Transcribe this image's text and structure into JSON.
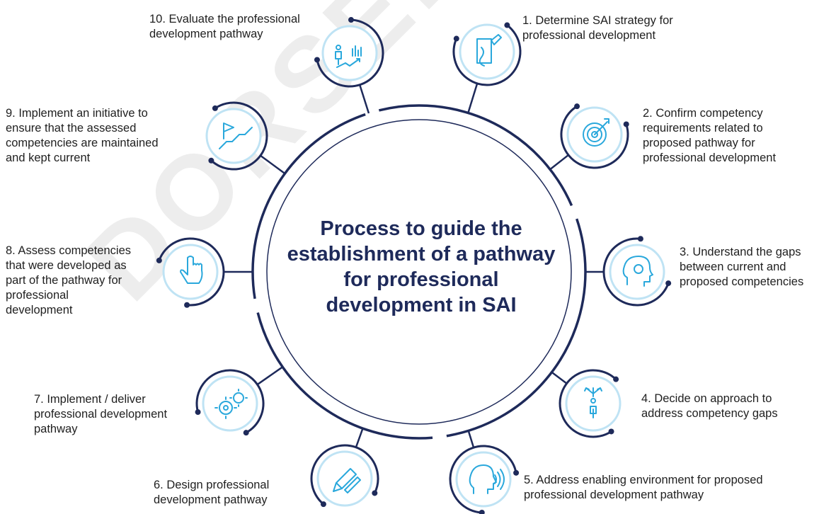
{
  "title": "Process to guide the establishment of a pathway for professional development in SAI",
  "watermark": "DORSEMENT",
  "colors": {
    "navy": "#1e2a5a",
    "icon_blue": "#2aa8dc",
    "light_circle": "#bfe3f4",
    "dot": "#1e2a5a"
  },
  "steps": [
    {
      "label": "1. Determine SAI strategy for\nprofessional development",
      "icon": "document-pen-icon"
    },
    {
      "label": "2. Confirm competency\nrequirements related to\nproposed pathway for\nprofessional development",
      "icon": "target-arrow-icon"
    },
    {
      "label": "3. Understand the gaps\nbetween current and\nproposed competencies",
      "icon": "head-gear-icon"
    },
    {
      "label": "4. Decide on approach to\naddress competency gaps",
      "icon": "person-crossroads-icon"
    },
    {
      "label": "5. Address enabling environment for proposed\nprofessional development pathway",
      "icon": "speaking-head-icon"
    },
    {
      "label": "6. Design professional\ndevelopment pathway",
      "icon": "pencil-pen-icon"
    },
    {
      "label": "7. Implement / deliver\nprofessional development\npathway",
      "icon": "gears-icon"
    },
    {
      "label": "8. Assess competencies\nthat were developed as\npart of the pathway for\nprofessional\ndevelopment",
      "icon": "hand-pointer-icon"
    },
    {
      "label": "9. Implement an initiative to\nensure that the assessed\ncompetencies are maintained\nand kept current",
      "icon": "stairs-flag-icon"
    },
    {
      "label": "10. Evaluate the professional\ndevelopment pathway",
      "icon": "person-growth-chart-icon"
    }
  ]
}
